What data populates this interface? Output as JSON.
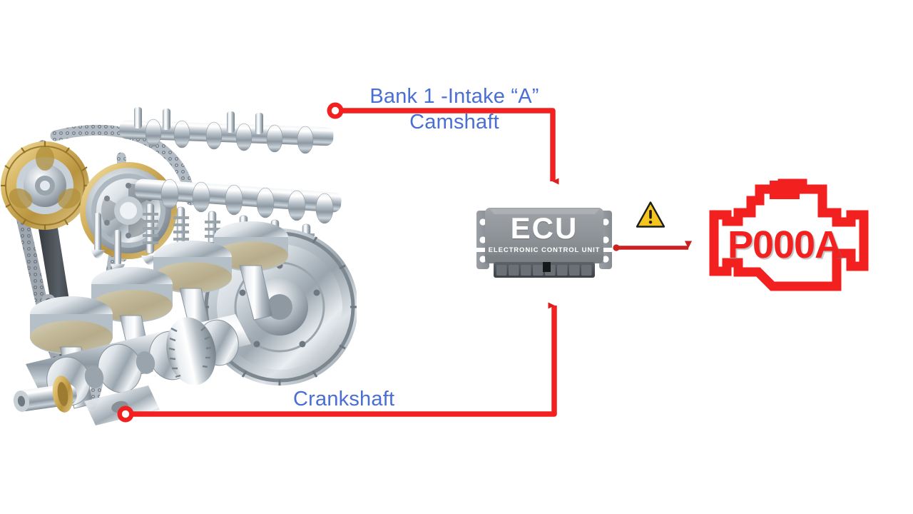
{
  "diagram": {
    "title": "Engine camshaft / crankshaft correlation to ECU diagnostic trouble code",
    "background_color": "#ffffff",
    "accent_color": "#f32020",
    "label_color": "#4a6fd4"
  },
  "labels": {
    "camshaft_line1": "Bank 1 -Intake “A”",
    "camshaft_line2": "Camshaft",
    "crankshaft": "Crankshaft"
  },
  "engine": {
    "name": "cutaway-engine-render",
    "components": [
      "timing-chain",
      "camshaft-sprocket-gold",
      "vvt-phaser",
      "chain-guide",
      "intake-camshaft",
      "exhaust-camshaft",
      "valves",
      "valve-springs",
      "pistons",
      "connecting-rods",
      "crankshaft",
      "reluctor-gear",
      "flywheel"
    ]
  },
  "ecu": {
    "title": "ECU",
    "subtitle": "ELECTRONIC CONTROL UNIT",
    "body_color": "#8e9296",
    "connector_color": "#4a4f55",
    "mount_hole_count": 3,
    "connector_segment_count": 8
  },
  "warning": {
    "icon": "warning-triangle-icon",
    "fill_color": "#f5c51e",
    "stroke_color": "#1a1a1a",
    "glyph": "!"
  },
  "check_engine_light": {
    "icon": "check-engine-icon",
    "color": "#f32020",
    "dtc_code": "P000A"
  },
  "connections": [
    {
      "name": "camshaft-to-ecu",
      "from": "camshaft-sensor-node",
      "to": "ecu-top",
      "endpoint_marker": "ring",
      "arrowhead": "down",
      "color": "#f32020"
    },
    {
      "name": "crankshaft-to-ecu",
      "from": "crankshaft-sensor-node",
      "to": "ecu-bottom",
      "endpoint_marker": "ring",
      "arrowhead": "up",
      "color": "#f32020"
    },
    {
      "name": "ecu-to-check-engine-light",
      "from": "ecu-right",
      "to": "check-engine-light",
      "endpoint_marker": "dot",
      "arrowhead": "right",
      "color": "#d42020"
    }
  ]
}
